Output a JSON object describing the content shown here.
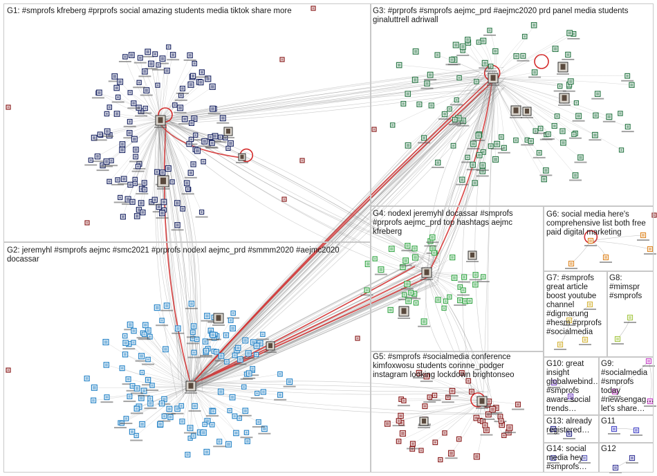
{
  "groups": [
    {
      "id": "G1",
      "label": "G1: #smprofs kfreberg #prprofs social amazing students media tiktok share more",
      "accent": "#1f2a66"
    },
    {
      "id": "G2",
      "label": "G2: jeremyhl #smprofs aejmc #smc2021 #prprofs nodexl aejmc_prd #smmm2020 #aejmc2020 docassar",
      "accent": "#2a86c8"
    },
    {
      "id": "G3",
      "label": "G3: #prprofs #smprofs aejmc_prd #aejmc2020 prd panel media students ginaluttrell adriwall",
      "accent": "#2e7a4a"
    },
    {
      "id": "G4",
      "label": "G4: nodexl jeremyhl docassar #smprofs #prprofs aejmc_prd top hashtags aejmc kfreberg",
      "accent": "#39a84a"
    },
    {
      "id": "G5",
      "label": "G5: #smprofs #socialmedia conference kimfoxwosu students corinne_podger instagram looking lockdown brightonseo",
      "accent": "#8a1d1d"
    },
    {
      "id": "G6",
      "label": "G6: social media here's comprehensive list both free paid digital marketing",
      "accent": "#e08a2a"
    },
    {
      "id": "G7",
      "label": "G7: #smprofs great article boost youtube channel #digmarung #hesm #prprofs #socialmedia",
      "accent": "#d6b640"
    },
    {
      "id": "G8",
      "label": "G8: #mimspr #smprofs",
      "accent": "#a8c84a"
    },
    {
      "id": "G9",
      "label": "G9: #socialmedia #smprofs today #newsengag… let's share…",
      "accent": "#c84ac8"
    },
    {
      "id": "G10",
      "label": "G10: great insight globalwebind… #smprofs aware social trends…",
      "accent": "#7a4ac8"
    },
    {
      "id": "G11",
      "label": "G11",
      "accent": "#4a4ac8"
    },
    {
      "id": "G12",
      "label": "G12",
      "accent": "#3a3a9a"
    },
    {
      "id": "G13",
      "label": "G13: already registered…",
      "accent": "#2a2a8a"
    },
    {
      "id": "G14",
      "label": "G14: social media hey #smprofs…",
      "accent": "#5a5ab8"
    }
  ],
  "colors": {
    "edge_gray": "#8a8a8a",
    "edge_red": "#d42a2a",
    "border": "#c8c8c8"
  }
}
